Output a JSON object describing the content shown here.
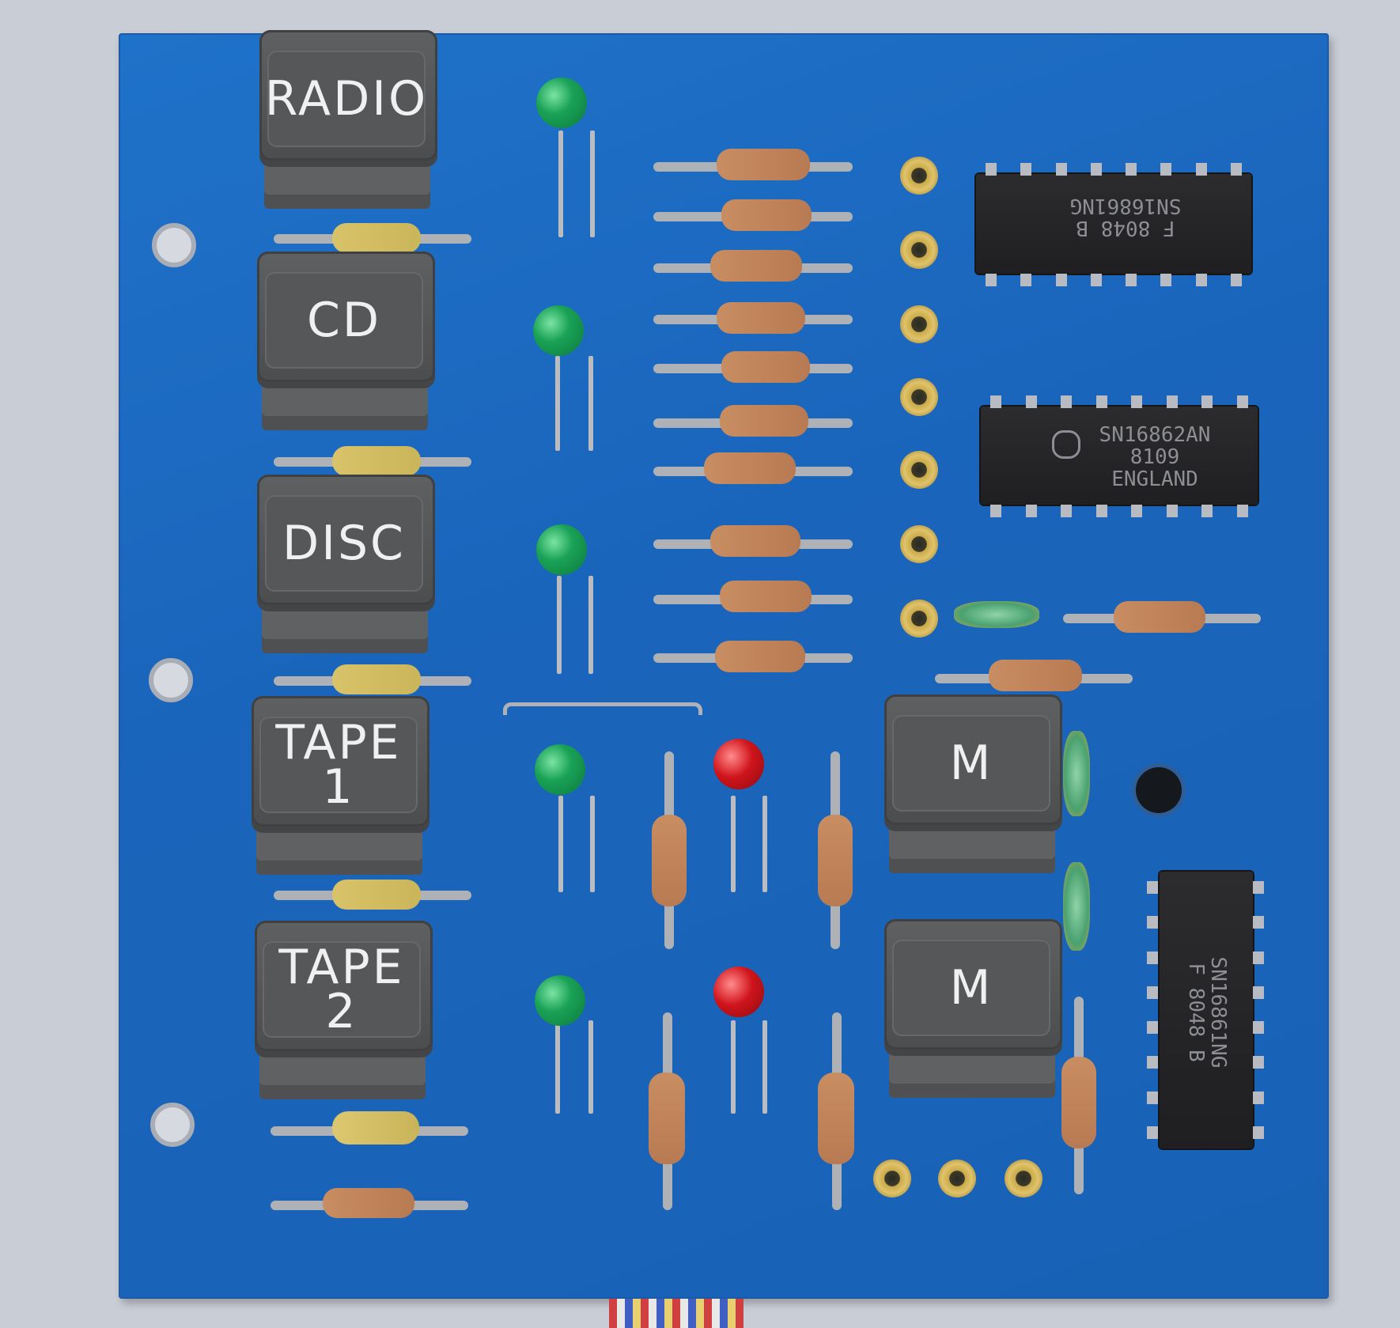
{
  "board": {
    "buttons": [
      {
        "id": "radio",
        "label": "RADIO"
      },
      {
        "id": "cd",
        "label": "CD"
      },
      {
        "id": "disc",
        "label": "DISC"
      },
      {
        "id": "tape1",
        "label": "TAPE\n1"
      },
      {
        "id": "tape2",
        "label": "TAPE\n2"
      },
      {
        "id": "m1",
        "label": "M"
      },
      {
        "id": "m2",
        "label": "M"
      }
    ],
    "ics": {
      "ic1": "F 8048 B\nSN16861NG",
      "ic2": "SN16862AN\n8109\nENGLAND",
      "ic3": "SN16861NG\nF 8048 B"
    }
  },
  "colors": {
    "pcb": "#1a64bb",
    "led_green": "#1aa257",
    "led_red": "#d0141c",
    "key": "#4b4d4f"
  }
}
